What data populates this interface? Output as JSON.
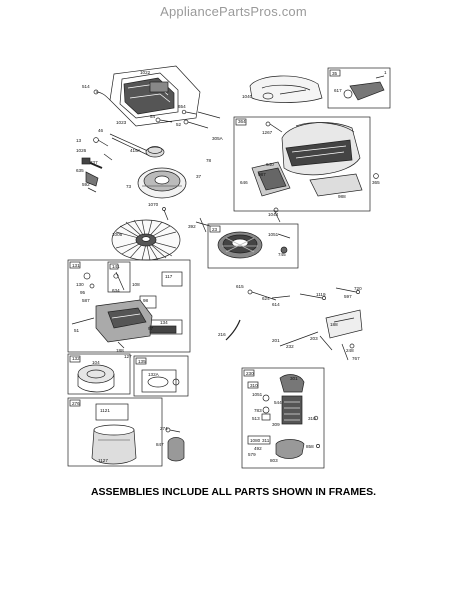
{
  "header": {
    "site": "AppliancePartsPros.com"
  },
  "caption": "ASSEMBLIES INCLUDE ALL PARTS SHOWN IN FRAMES.",
  "labels": {
    "p1022": "1022",
    "p1023": "1023",
    "p514": "514",
    "p54": "54",
    "p654": "654",
    "p52": "52",
    "p305a": "305A",
    "p1040": "1040",
    "p35": "35",
    "p617": "617",
    "p1": "1",
    "p13": "13",
    "p46": "46",
    "p1026": "1026",
    "p337": "337",
    "p635": "635",
    "p592": "592",
    "p415a": "415A",
    "p73": "73",
    "p78": "78",
    "p37": "37",
    "p364": "364",
    "p1267": "1267",
    "p640": "640",
    "p987": "987",
    "p646": "646",
    "p988": "988",
    "p365": "365",
    "p1070": "1070",
    "p1005": "1005",
    "p392": "392",
    "p1044": "1044",
    "p23": "23",
    "p1051": "1051",
    "p745": "745",
    "p131": "131",
    "p141": "141",
    "p130": "130",
    "p95": "95",
    "p587": "587",
    "p108": "108",
    "p634": "634",
    "p117": "117",
    "p98": "98",
    "p51": "51",
    "p97": "97",
    "p188": "188",
    "p127": "127",
    "p134": "134",
    "p615": "615",
    "p624": "624",
    "p614": "614",
    "p1119": "1119",
    "p597": "597",
    "p720": "720",
    "p216": "216",
    "p201": "201",
    "p232": "232",
    "p188b": "188",
    "p203": "203",
    "p248": "248",
    "p767": "767",
    "p132": "132",
    "p104": "104",
    "p135": "135",
    "p132a": "132A",
    "p276": "276",
    "p1127": "1127",
    "p274": "274",
    "p847": "847",
    "p1121": "1121",
    "p230": "230",
    "p310": "310",
    "p301": "301",
    "p1051b": "1051",
    "p544": "544",
    "p783": "783",
    "p513": "513",
    "p309": "309",
    "p1080": "1080",
    "p311": "311",
    "p492": "492",
    "p579": "579",
    "p803": "803",
    "p310c": "310",
    "p858": "858"
  }
}
